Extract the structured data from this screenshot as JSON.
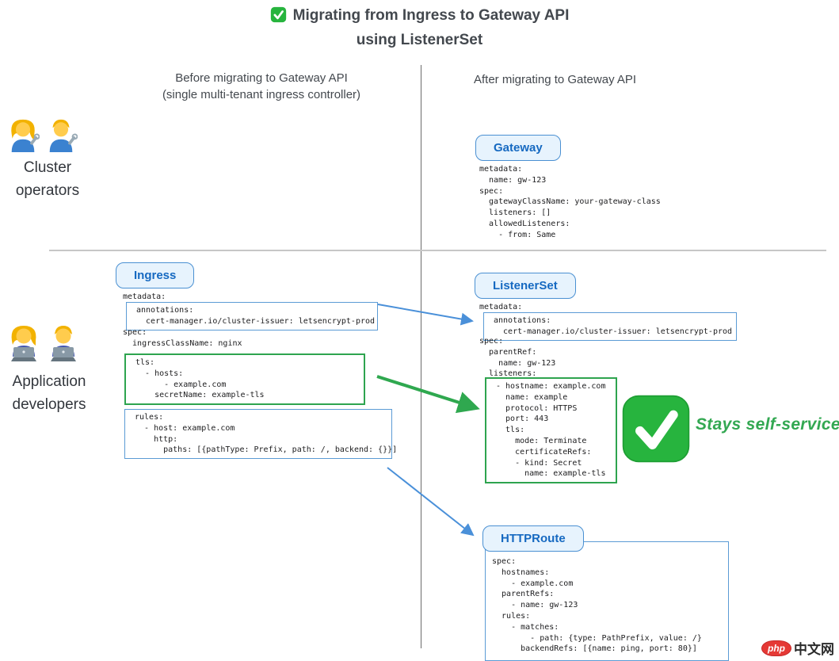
{
  "title": {
    "line1": "Migrating from Ingress to Gateway API",
    "line2": "using ListenerSet"
  },
  "headers": {
    "before_line1": "Before migrating to Gateway API",
    "before_line2": "(single multi-tenant ingress controller)",
    "after": "After migrating to Gateway API"
  },
  "actors": {
    "cluster_operators": {
      "label": "Cluster operators",
      "icons": [
        "woman-mechanic",
        "man-mechanic"
      ]
    },
    "application_developers": {
      "label": "Application developers",
      "icons": [
        "woman-technologist",
        "man-technologist"
      ]
    }
  },
  "gateway": {
    "badge": "Gateway",
    "code": "metadata:\n  name: gw-123\nspec:\n  gatewayClassName: your-gateway-class\n  listeners: []\n  allowedListeners:\n    - from: Same"
  },
  "ingress": {
    "badge": "Ingress",
    "metadata_line": "metadata:",
    "annotations": "annotations:\n  cert-manager.io/cluster-issuer: letsencrypt-prod",
    "spec_lines": "spec:\n  ingressClassName: nginx",
    "tls": "tls:\n  - hosts:\n      - example.com\n    secretName: example-tls",
    "rules": "rules:\n  - host: example.com\n    http:\n      paths: [{pathType: Prefix, path: /, backend: {}}]"
  },
  "listenerset": {
    "badge": "ListenerSet",
    "metadata_line": "metadata:",
    "annotations": "annotations:\n  cert-manager.io/cluster-issuer: letsencrypt-prod",
    "spec_lines": "spec:\n  parentRef:\n    name: gw-123\n  listeners:",
    "listeners": "- hostname: example.com\n  name: example\n  protocol: HTTPS\n  port: 443\n  tls:\n    mode: Terminate\n    certificateRefs:\n    - kind: Secret\n      name: example-tls",
    "note": "Stays self-service"
  },
  "httproute": {
    "badge": "HTTPRoute",
    "code": "spec:\n  hostnames:\n    - example.com\n  parentRefs:\n    - name: gw-123\n  rules:\n    - matches:\n        - path: {type: PathPrefix, value: /}\n      backendRefs: [{name: ping, port: 80}]"
  },
  "watermark": {
    "logo": "php",
    "text": "中文网"
  },
  "colors": {
    "accent_blue": "#4a90d2",
    "badge_text": "#1669c1",
    "badge_fill": "#e7f3fd",
    "box_green": "#2ea44f",
    "note_green": "#33a852",
    "check_green": "#27b43e"
  }
}
